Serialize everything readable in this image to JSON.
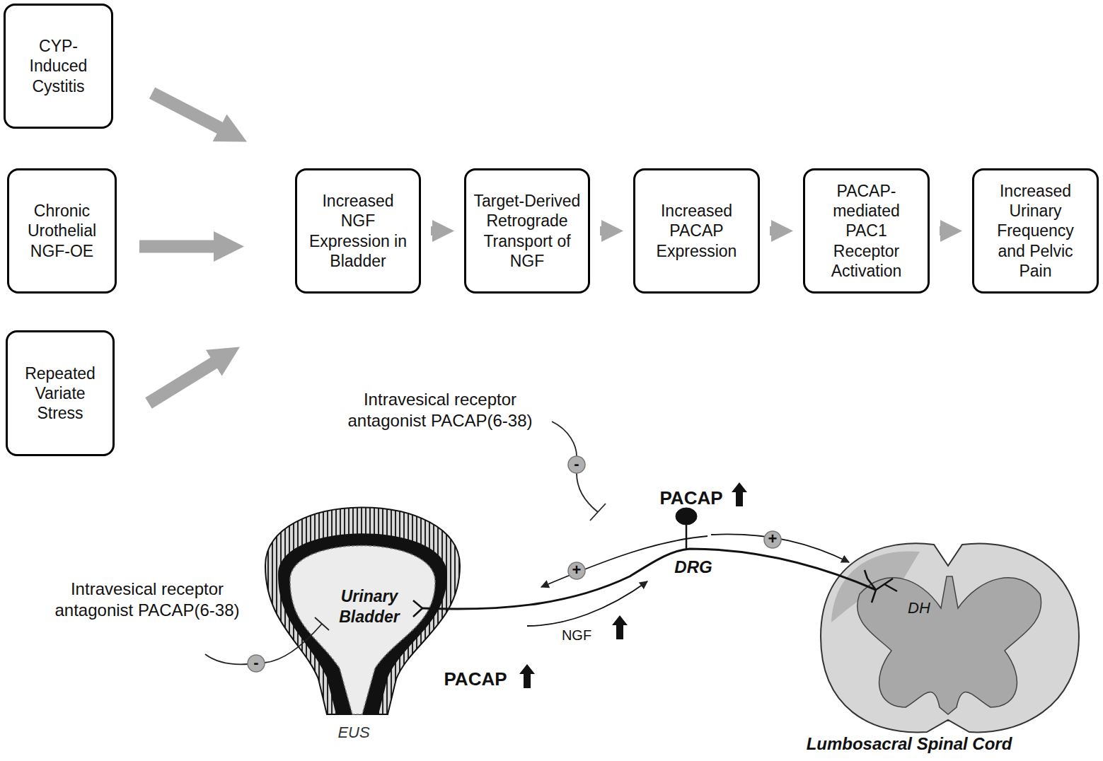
{
  "diagram": {
    "nodes": [
      {
        "text": [
          "CYP-Induced Cystitis"
        ]
      },
      {
        "text": [
          "Chronic Urothelial NGF-OE"
        ]
      },
      {
        "text": [
          "Repeated Variate Stress"
        ]
      },
      {
        "text": [
          "Increased NGF Expression in Bladder"
        ]
      },
      {
        "text": [
          "Target-Derived Retrograde Transport of NGF"
        ]
      },
      {
        "text": [
          "Increased PACAP Expression"
        ]
      },
      {
        "text": [
          "PACAP-mediated PAC1 Receptor Activation"
        ]
      },
      {
        "text": [
          "Increased Urinary Frequency and Pelvic Pain"
        ]
      }
    ],
    "edges": [
      {
        "from": 0,
        "to": 3,
        "arrow": "to"
      },
      {
        "from": 1,
        "to": 3,
        "arrow": "to"
      },
      {
        "from": 2,
        "to": 3,
        "arrow": "to"
      },
      {
        "from": 3,
        "to": 4,
        "arrow": "to"
      },
      {
        "from": 4,
        "to": 5,
        "arrow": "to"
      },
      {
        "from": 5,
        "to": 6,
        "arrow": "to"
      },
      {
        "from": 6,
        "to": 7,
        "arrow": "to"
      }
    ],
    "labels": [
      "Intravesical receptor antagonist PACAP(6-38)",
      "-",
      "Intravesical receptor antagonist PACAP(6-38)",
      "-",
      "+",
      "+",
      "PACAP",
      "DRG",
      "NGF",
      "Urinary Bladder",
      "PACAP",
      "EUS",
      "DH",
      "Lumbosacral Spinal Cord"
    ]
  }
}
